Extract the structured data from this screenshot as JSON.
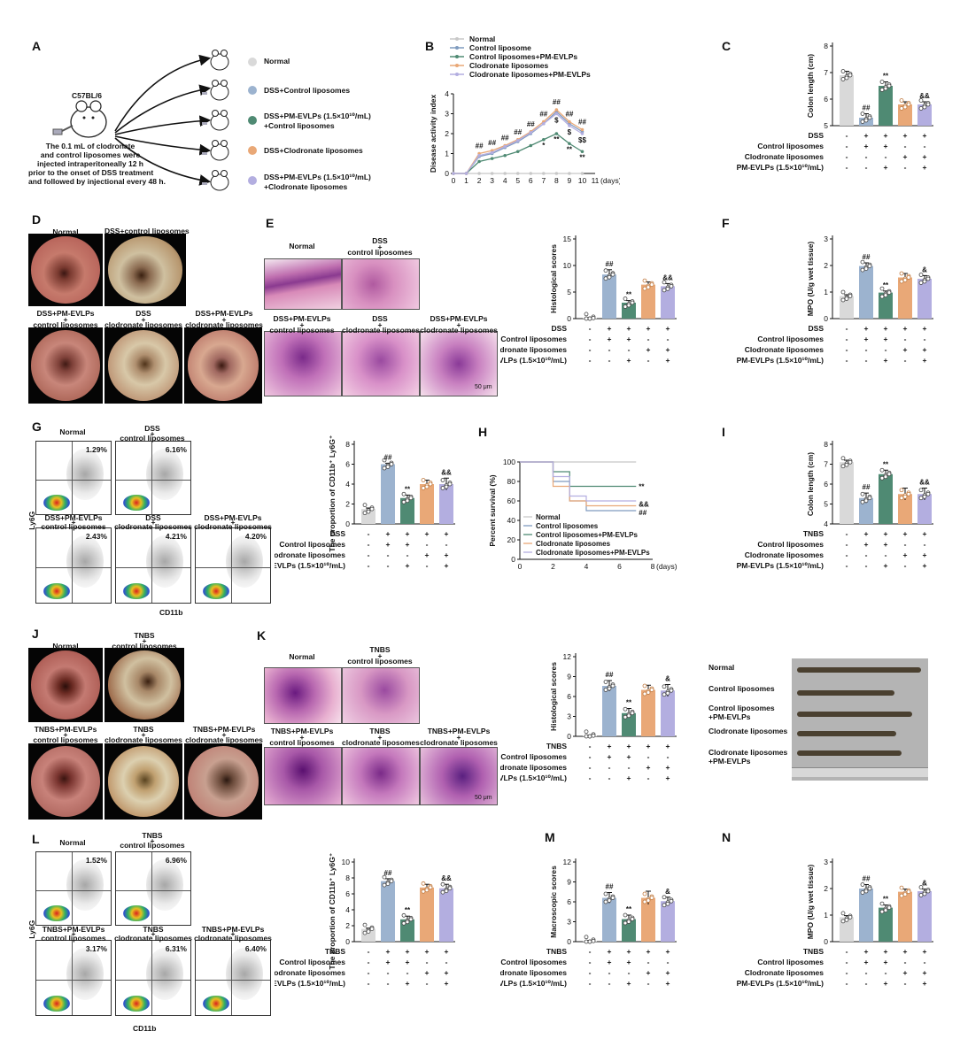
{
  "panel_letters": [
    "A",
    "B",
    "C",
    "D",
    "E",
    "F",
    "G",
    "H",
    "I",
    "J",
    "K",
    "L",
    "M",
    "N"
  ],
  "colors": {
    "normal": "#d9d9d9",
    "dss_ctrl": "#9cb3cf",
    "pm_ctrl": "#4f8a73",
    "clod": "#e9a877",
    "pm_clod": "#b3aee0"
  },
  "A": {
    "mouse_label": "C57BL/6",
    "note": [
      "The 0.1 mL of clodronate",
      "and control liposomes were",
      "injected intraperitoneally 12 h",
      "prior to the onset of DSS treatment",
      "and followed by injectional every 48 h."
    ],
    "groups": [
      {
        "text": [
          "Normal"
        ],
        "color": "#d9d9d9"
      },
      {
        "text": [
          "DSS+Control liposomes"
        ],
        "color": "#9cb3cf"
      },
      {
        "text": [
          "DSS+PM-EVLPs (1.5×10¹⁰/mL)",
          "+Control liposomes"
        ],
        "color": "#4f8a73"
      },
      {
        "text": [
          "DSS+Clodronate liposomes"
        ],
        "color": "#e9a877"
      },
      {
        "text": [
          "DSS+PM-EVLPs (1.5×10¹⁰/mL)",
          "+Clodronate liposomes"
        ],
        "color": "#b3aee0"
      }
    ]
  },
  "legend_groups": [
    "Normal",
    "Control liposome",
    "Control liposomes+PM-EVLPs",
    "Clodronate liposomes",
    "Clodronate liposomes+PM-EVLPs"
  ],
  "condition_rows_dss": [
    "DSS",
    "Control liposomes",
    "Clodronate liposomes",
    "PM-EVLPs (1.5×10¹⁰/mL)"
  ],
  "condition_rows_tnbs": [
    "TNBS",
    "Control liposomes",
    "Clodronate liposomes",
    "PM-EVLPs (1.5×10¹⁰/mL)"
  ],
  "condition_signs": [
    [
      "-",
      "+",
      "+",
      "+",
      "+"
    ],
    [
      "-",
      "+",
      "+",
      "-",
      "-"
    ],
    [
      "-",
      "-",
      "-",
      "+",
      "+"
    ],
    [
      "-",
      "-",
      "+",
      "-",
      "+"
    ]
  ],
  "image_captions": {
    "D": [
      [
        "Normal"
      ],
      [
        "DSS+control liposomes"
      ],
      [
        "DSS+PM-EVLPs",
        "+",
        "control liposomes"
      ],
      [
        "DSS",
        "+",
        "clodronate liposomes"
      ],
      [
        "DSS+PM-EVLPs",
        "+",
        "clodronate liposomes"
      ]
    ],
    "E": [
      [
        "Normal"
      ],
      [
        "DSS",
        "+",
        "control liposomes"
      ],
      [
        "DSS+PM-EVLPs",
        "+",
        "control liposomes"
      ],
      [
        "DSS",
        "+",
        "clodronate liposomes"
      ],
      [
        "DSS+PM-EVLPs",
        "+",
        "clodronate liposomes"
      ]
    ],
    "G": [
      [
        "Normal"
      ],
      [
        "DSS",
        "+",
        "control liposomes"
      ],
      [
        "DSS+PM-EVLPs",
        "+",
        "control liposomes"
      ],
      [
        "DSS",
        "+",
        "clodronate liposomes"
      ],
      [
        "DSS+PM-EVLPs",
        "+",
        "clodronate liposomes"
      ]
    ],
    "J": [
      [
        "Normal"
      ],
      [
        "TNBS",
        "+",
        "control liposomes"
      ],
      [
        "TNBS+PM-EVLPs",
        "+",
        "control liposomes"
      ],
      [
        "TNBS",
        "+",
        "clodronate liposomes"
      ],
      [
        "TNBS+PM-EVLPs",
        "+",
        "clodronate liposomes"
      ]
    ],
    "K": [
      [
        "Normal"
      ],
      [
        "TNBS",
        "+",
        "control liposomes"
      ],
      [
        "TNBS+PM-EVLPs",
        "+",
        "control liposomes"
      ],
      [
        "TNBS",
        "+",
        "clodronate liposomes"
      ],
      [
        "TNBS+PM-EVLPs",
        "+",
        "clodronate liposomes"
      ]
    ],
    "L": [
      [
        "Normal"
      ],
      [
        "TNBS",
        "+",
        "control liposomes"
      ],
      [
        "TNBS+PM-EVLPs",
        "+",
        "control liposomes"
      ],
      [
        "TNBS",
        "+",
        "clodronate liposomes"
      ],
      [
        "TNBS+PM-EVLPs",
        "+",
        "clodronate liposomes"
      ]
    ]
  },
  "scale_bar": "50 μm",
  "flow_G": {
    "percents": [
      "1.29%",
      "6.16%",
      "2.43%",
      "4.21%",
      "4.20%"
    ],
    "xlabel": "CD11b",
    "ylabel": "Ly6G"
  },
  "flow_L": {
    "percents": [
      "1.52%",
      "6.96%",
      "3.17%",
      "6.31%",
      "6.40%"
    ],
    "xlabel": "CD11b",
    "ylabel": "Ly6G"
  },
  "colon_photo": {
    "labels": [
      [
        "Normal"
      ],
      [
        "Control  liposomes"
      ],
      [
        "Control liposomes",
        "+PM-EVLPs"
      ],
      [
        "Clodronate liposomes"
      ],
      [
        "Clodronate liposomes",
        "+PM-EVLPs"
      ]
    ]
  },
  "chart_data": [
    {
      "id": "B",
      "type": "line",
      "xlabel": "(days)",
      "ylabel": "Disease activity index",
      "x": [
        0,
        1,
        2,
        3,
        4,
        5,
        6,
        7,
        8,
        9,
        10,
        11
      ],
      "xlim": [
        0,
        11
      ],
      "ylim": [
        0,
        4
      ],
      "series": [
        {
          "name": "Normal",
          "color": "#c8c8c8",
          "values": [
            0,
            0,
            0,
            0,
            0,
            0,
            0,
            0,
            0,
            0,
            0
          ]
        },
        {
          "name": "Control liposome",
          "color": "#7f9bbf",
          "values": [
            0,
            0,
            0.85,
            1.0,
            1.3,
            1.6,
            2.0,
            2.5,
            3.1,
            2.5,
            2.1
          ]
        },
        {
          "name": "Control liposomes+PM-EVLPs",
          "color": "#4f8a73",
          "values": [
            0,
            0,
            0.6,
            0.75,
            0.9,
            1.1,
            1.4,
            1.7,
            2.0,
            1.5,
            1.1
          ]
        },
        {
          "name": "Clodronate liposomes",
          "color": "#e9a877",
          "values": [
            0,
            0,
            1.0,
            1.15,
            1.4,
            1.7,
            2.1,
            2.6,
            3.2,
            2.6,
            2.2
          ]
        },
        {
          "name": "Clodronate liposomes+PM-EVLPs",
          "color": "#b3aee0",
          "values": [
            0,
            0,
            0.9,
            1.05,
            1.35,
            1.65,
            2.05,
            2.5,
            3.0,
            2.4,
            2.0
          ]
        }
      ],
      "annotations": [
        {
          "x": 2,
          "text": "##"
        },
        {
          "x": 3,
          "text": "##"
        },
        {
          "x": 4,
          "text": "##"
        },
        {
          "x": 5,
          "text": "##"
        },
        {
          "x": 6,
          "text": "##"
        },
        {
          "x": 7,
          "text": "##"
        },
        {
          "x": 8,
          "text": "##"
        },
        {
          "x": 9,
          "text": "##"
        },
        {
          "x": 10,
          "text": "##"
        },
        {
          "x": 8,
          "text": "$"
        },
        {
          "x": 9,
          "text": "$"
        },
        {
          "x": 10,
          "text": "$$"
        },
        {
          "x": 7,
          "text": "*"
        },
        {
          "x": 8,
          "text": "**"
        },
        {
          "x": 9,
          "text": "**"
        },
        {
          "x": 10,
          "text": "**"
        }
      ]
    },
    {
      "id": "C",
      "type": "bar",
      "ylabel": "Colon length (cm)",
      "yticks": [
        5,
        6,
        7,
        8
      ],
      "ylim": [
        5,
        8
      ],
      "values": [
        6.9,
        5.3,
        6.5,
        5.8,
        5.8
      ],
      "errors": [
        0.15,
        0.15,
        0.15,
        0.1,
        0.1
      ],
      "sig": [
        "",
        "##",
        "**",
        "",
        "&&"
      ]
    },
    {
      "id": "E",
      "type": "bar",
      "ylabel": "Histological scores",
      "yticks": [
        0,
        5,
        10,
        15
      ],
      "ylim": [
        0,
        15
      ],
      "values": [
        0.1,
        8.3,
        3.0,
        6.4,
        6.1
      ],
      "errors": [
        0.1,
        0.9,
        0.4,
        0.5,
        0.5
      ],
      "sig": [
        "",
        "##",
        "**",
        "",
        "&&"
      ]
    },
    {
      "id": "F",
      "type": "bar",
      "ylabel": "MPO (U/g wet tissue)",
      "yticks": [
        0,
        1,
        2,
        3
      ],
      "ylim": [
        0,
        3
      ],
      "values": [
        0.85,
        1.98,
        0.98,
        1.55,
        1.5
      ],
      "errors": [
        0.05,
        0.12,
        0.06,
        0.15,
        0.12
      ],
      "sig": [
        "",
        "##",
        "**",
        "",
        "&"
      ]
    },
    {
      "id": "G",
      "type": "bar",
      "ylabel": "The proportion of CD11b⁺ Ly6G⁺ cells",
      "yticks": [
        0,
        2,
        4,
        6,
        8
      ],
      "ylim": [
        0,
        8
      ],
      "values": [
        1.5,
        6.0,
        2.6,
        4.0,
        4.0
      ],
      "errors": [
        0.1,
        0.1,
        0.3,
        0.4,
        0.6
      ],
      "sig": [
        "",
        "##",
        "**",
        "",
        "&&"
      ]
    },
    {
      "id": "H",
      "type": "line",
      "xlabel": "(days)",
      "ylabel": "Percent survival (%)",
      "yticks": [
        0,
        20,
        40,
        60,
        80,
        100
      ],
      "xticks": [
        0,
        2,
        4,
        6,
        8
      ],
      "series": [
        {
          "name": "Normal",
          "color": "#c8c8c8",
          "values": [
            [
              0,
              100
            ],
            [
              7,
              100
            ]
          ]
        },
        {
          "name": "Control liposomes",
          "color": "#7f9bbf",
          "values": [
            [
              0,
              100
            ],
            [
              2,
              100
            ],
            [
              2,
              80
            ],
            [
              3,
              80
            ],
            [
              3,
              60
            ],
            [
              4,
              60
            ],
            [
              4,
              50
            ],
            [
              7,
              50
            ]
          ]
        },
        {
          "name": "Control liposomes+PM-EVLPs",
          "color": "#4f8a73",
          "values": [
            [
              0,
              100
            ],
            [
              2,
              100
            ],
            [
              2,
              90
            ],
            [
              3,
              90
            ],
            [
              3,
              75
            ],
            [
              7,
              75
            ]
          ]
        },
        {
          "name": "Clodronate liposomes",
          "color": "#e9a877",
          "values": [
            [
              0,
              100
            ],
            [
              2,
              100
            ],
            [
              2,
              75
            ],
            [
              3,
              75
            ],
            [
              3,
              60
            ],
            [
              4,
              60
            ],
            [
              4,
              55
            ],
            [
              7,
              55
            ]
          ]
        },
        {
          "name": "Clodronate liposomes+PM-EVLPs",
          "color": "#b3aee0",
          "values": [
            [
              0,
              100
            ],
            [
              2,
              100
            ],
            [
              2,
              85
            ],
            [
              3,
              85
            ],
            [
              3,
              65
            ],
            [
              4,
              65
            ],
            [
              4,
              60
            ],
            [
              7,
              60
            ]
          ]
        }
      ],
      "annotations": [
        "**",
        "&&",
        "##"
      ]
    },
    {
      "id": "I",
      "type": "bar",
      "ylabel": "Colon length (cm)",
      "yticks": [
        4,
        5,
        6,
        7,
        8
      ],
      "ylim": [
        4,
        8
      ],
      "values": [
        7.1,
        5.3,
        6.5,
        5.5,
        5.5
      ],
      "errors": [
        0.1,
        0.25,
        0.2,
        0.3,
        0.3
      ],
      "sig": [
        "",
        "##",
        "**",
        "",
        "&&"
      ]
    },
    {
      "id": "K",
      "type": "bar",
      "ylabel": "Histological scores",
      "yticks": [
        0,
        3,
        6,
        9,
        12
      ],
      "ylim": [
        0,
        12
      ],
      "values": [
        0.1,
        7.6,
        3.5,
        7.0,
        6.9
      ],
      "errors": [
        0.1,
        0.8,
        0.7,
        0.7,
        0.9
      ],
      "sig": [
        "",
        "##",
        "**",
        "",
        "&"
      ]
    },
    {
      "id": "L",
      "type": "bar",
      "ylabel": "The proportion of CD11b⁺ Ly6G⁺ cells",
      "yticks": [
        0,
        2,
        4,
        6,
        8,
        10
      ],
      "ylim": [
        0,
        10
      ],
      "values": [
        1.6,
        7.6,
        2.8,
        6.8,
        6.7
      ],
      "errors": [
        0.1,
        0.3,
        0.4,
        0.4,
        0.5
      ],
      "sig": [
        "",
        "##",
        "**",
        "",
        "&&"
      ]
    },
    {
      "id": "M",
      "type": "bar",
      "ylabel": "Macroscopic scores",
      "yticks": [
        0,
        3,
        6,
        9,
        12
      ],
      "ylim": [
        0,
        12
      ],
      "values": [
        0.1,
        6.6,
        3.4,
        6.6,
        6.1
      ],
      "errors": [
        0.1,
        0.8,
        0.6,
        1.0,
        0.6
      ],
      "sig": [
        "",
        "##",
        "**",
        "",
        "&"
      ]
    },
    {
      "id": "N",
      "type": "bar",
      "ylabel": "MPO (U/g wet tissue)",
      "yticks": [
        0,
        1,
        2,
        3
      ],
      "ylim": [
        0,
        3
      ],
      "values": [
        0.92,
        2.0,
        1.28,
        1.88,
        1.9
      ],
      "errors": [
        0.06,
        0.15,
        0.1,
        0.1,
        0.08
      ],
      "sig": [
        "",
        "##",
        "**",
        "",
        "&"
      ]
    }
  ]
}
